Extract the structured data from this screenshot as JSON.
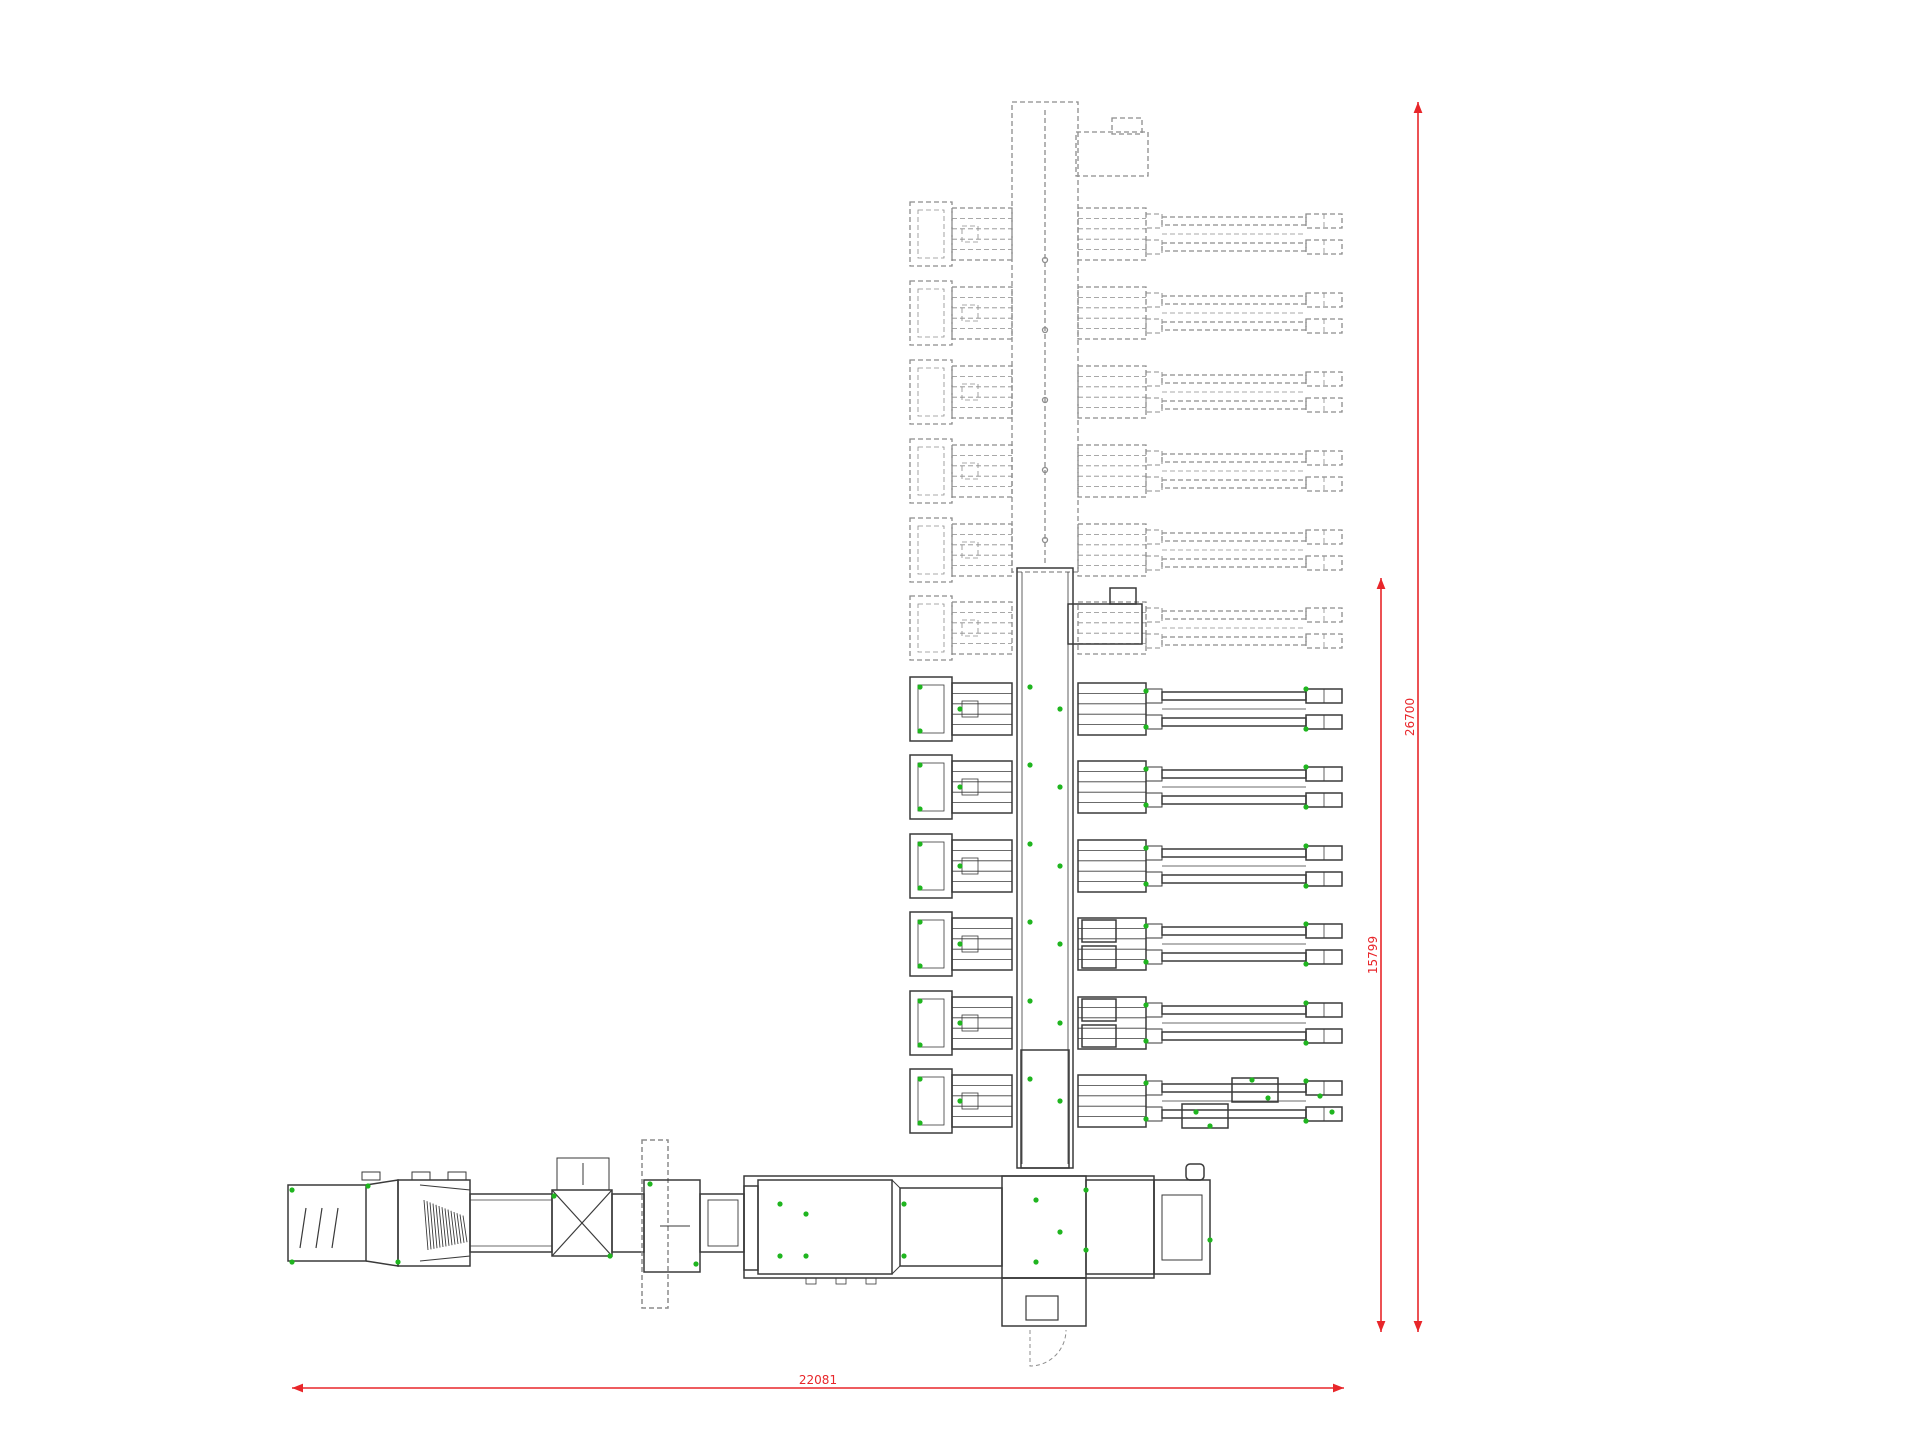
{
  "drawing": {
    "colors": {
      "line": "#3a3a3a",
      "planned": "#8c8c8c",
      "dimension": "#e8262a",
      "marker": "#1fb51f"
    },
    "dimensions": {
      "total_width": "22081",
      "total_height": "26700",
      "section_height": "15799"
    },
    "stations": {
      "planned_count": 6,
      "installed_count": 6
    }
  }
}
